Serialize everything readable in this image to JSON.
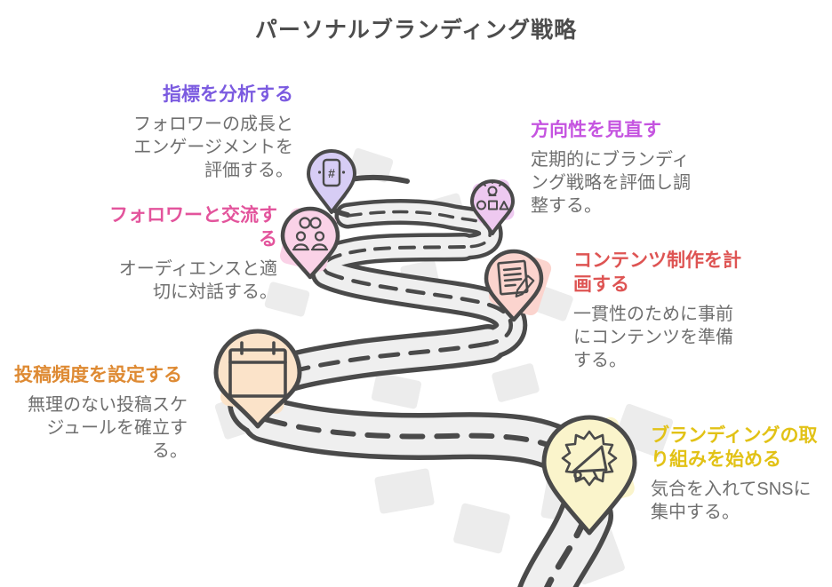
{
  "title": "パーソナルブランディング戦略",
  "steps": [
    {
      "id": "analyze-metrics",
      "heading": "指標を分析する",
      "body": "フォロワーの成長とエンゲージメントを評価する。",
      "heading_color": "#7b5be0",
      "pin_color": "#d7cdf5",
      "icon": "phone-analytics-icon"
    },
    {
      "id": "review-direction",
      "heading": "方向性を見直す",
      "body": "定期的にブランディング戦略を評価し調整する。",
      "heading_color": "#c554e0",
      "pin_color": "#eec9f0",
      "icon": "idea-review-icon"
    },
    {
      "id": "engage-followers",
      "heading": "フォロワーと交流する",
      "body": "オーディエンスと適切に対話する。",
      "heading_color": "#e3549c",
      "pin_color": "#fad2e7",
      "icon": "community-icon"
    },
    {
      "id": "plan-content",
      "heading": "コンテンツ制作を計画する",
      "body": "一貫性のために事前にコンテンツを準備する。",
      "heading_color": "#de5453",
      "pin_color": "#fbd4ce",
      "icon": "document-pencil-icon"
    },
    {
      "id": "set-frequency",
      "heading": "投稿頻度を設定する",
      "body": "無理のない投稿スケジュールを確立する。",
      "heading_color": "#de8a33",
      "pin_color": "#fbe3c9",
      "icon": "calendar-icon"
    },
    {
      "id": "start-branding",
      "heading": "ブランディングの取り組みを始める",
      "body": "気合を入れてSNSに集中する。",
      "heading_color": "#e2c216",
      "pin_color": "#faf4cb",
      "icon": "megaphone-icon"
    }
  ],
  "colors": {
    "outline": "#4a4a4a",
    "road_fill": "#efefef",
    "road_texture": "#ececec",
    "body_text": "#6f6f6f",
    "title_text": "#4d4d4d"
  }
}
